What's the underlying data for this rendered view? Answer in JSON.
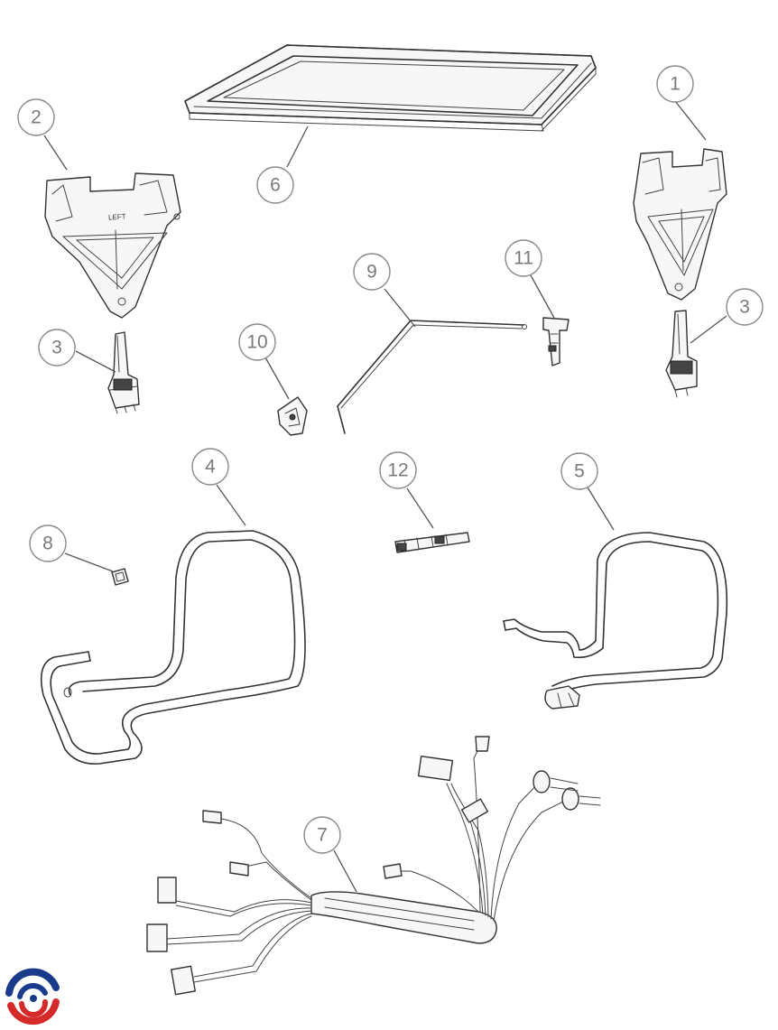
{
  "callouts": [
    {
      "id": "c1",
      "label": "1"
    },
    {
      "id": "c2",
      "label": "2"
    },
    {
      "id": "c3a",
      "label": "3"
    },
    {
      "id": "c3b",
      "label": "3"
    },
    {
      "id": "c4",
      "label": "4"
    },
    {
      "id": "c5",
      "label": "5"
    },
    {
      "id": "c6",
      "label": "6"
    },
    {
      "id": "c7",
      "label": "7"
    },
    {
      "id": "c8",
      "label": "8"
    },
    {
      "id": "c9",
      "label": "9"
    },
    {
      "id": "c10",
      "label": "10"
    },
    {
      "id": "c11",
      "label": "11"
    },
    {
      "id": "c12",
      "label": "12"
    }
  ],
  "hinge_left_marking": "LEFT",
  "colors": {
    "logo_blue": "#1a3a8c",
    "logo_red": "#d42a2a",
    "line": "#333333"
  }
}
